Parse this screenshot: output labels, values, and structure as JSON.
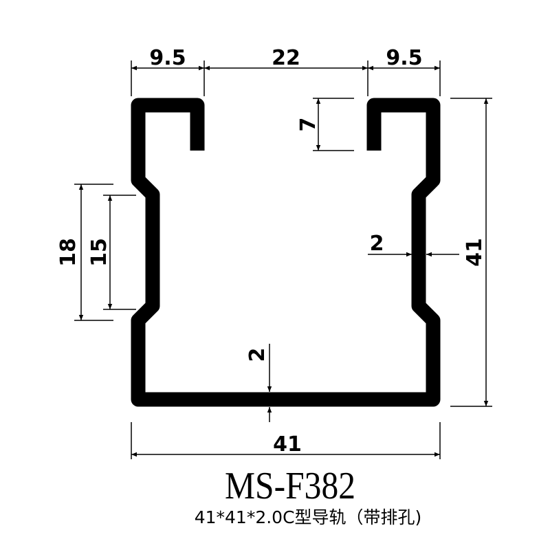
{
  "drawing": {
    "dimensions": {
      "top_left_lip": "9.5",
      "top_opening": "22",
      "top_right_lip": "9.5",
      "lip_depth": "7",
      "overall_height": "41",
      "overall_width": "41",
      "recess_outer": "18",
      "recess_inner": "15",
      "wall_thickness_side": "2",
      "wall_thickness_bottom": "2"
    },
    "model": "MS-F382",
    "description": "41*41*2.0C型导轨（带排孔)"
  }
}
